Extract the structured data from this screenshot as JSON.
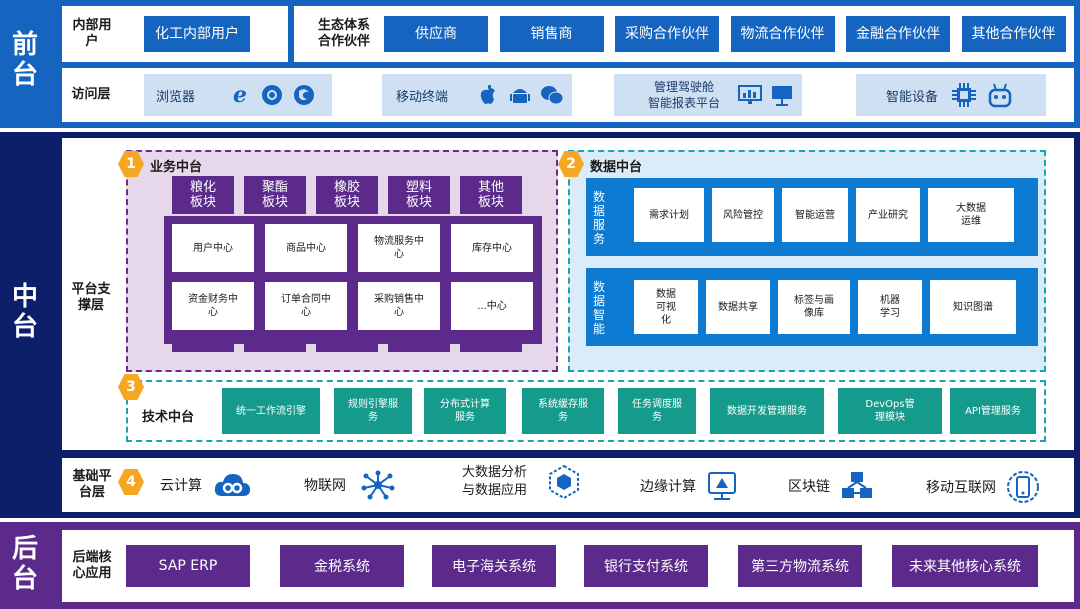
{
  "front": {
    "band_label": "前台",
    "internal": {
      "label": "内部用户",
      "item": "化工内部用户"
    },
    "ecosystem": {
      "label": "生态体系合作伙伴",
      "items": [
        "供应商",
        "销售商",
        "采购合作伙伴",
        "物流合作伙伴",
        "金融合作伙伴",
        "其他合作伙伴"
      ]
    },
    "access": {
      "label": "访问层",
      "groups": [
        {
          "text": "浏览器",
          "icons": [
            "ie-icon",
            "chrome-icon",
            "firefox-icon"
          ]
        },
        {
          "text": "移动终端",
          "icons": [
            "apple-icon",
            "android-icon",
            "wechat-icon"
          ]
        },
        {
          "text": "管理驾驶舱\n智能报表平台",
          "icons": [
            "monitor-chart-icon",
            "board-icon"
          ]
        },
        {
          "text": "智能设备",
          "icons": [
            "chip-icon",
            "robot-icon"
          ]
        }
      ]
    }
  },
  "middle": {
    "band_label": "中台",
    "platform_label": "平台支撑层",
    "business": {
      "num": "1",
      "title": "业务中台",
      "tabs": [
        "粮化板块",
        "聚酯板块",
        "橡胶板块",
        "塑料板块",
        "其他板块"
      ],
      "centers": [
        "用户中心",
        "商品中心",
        "物流服务中心",
        "库存中心",
        "资金财务中心",
        "订单合同中心",
        "采购销售中心",
        "...中心"
      ]
    },
    "data": {
      "num": "2",
      "title": "数据中台",
      "service_label": "数据服务",
      "service_items": [
        "需求计划",
        "风险管控",
        "智能运营",
        "产业研究",
        "大数据运维"
      ],
      "intel_label": "数据智能",
      "intel_items": [
        "数据可视化",
        "数据共享",
        "标签与画像库",
        "机器学习",
        "知识图谱"
      ]
    },
    "tech": {
      "num": "3",
      "title": "技术中台",
      "items": [
        "统一工作流引擎",
        "规则引擎服务",
        "分布式计算服务",
        "系统缓存服务",
        "任务调度服务",
        "数据开发管理服务",
        "DevOps管理模块",
        "API管理服务"
      ]
    },
    "infra": {
      "num": "4",
      "label": "基础平台层",
      "items": [
        {
          "text": "云计算",
          "icon": "cloud-icon"
        },
        {
          "text": "物联网",
          "icon": "network-icon"
        },
        {
          "text": "大数据分析与数据应用",
          "icon": "bigdata-icon"
        },
        {
          "text": "边缘计算",
          "icon": "edge-icon"
        },
        {
          "text": "区块链",
          "icon": "blockchain-icon"
        },
        {
          "text": "移动互联网",
          "icon": "mobile-icon"
        }
      ]
    }
  },
  "back": {
    "band_label": "后台",
    "label": "后端核心应用",
    "items": [
      "SAP ERP",
      "金税系统",
      "电子海关系统",
      "银行支付系统",
      "第三方物流系统",
      "未来其他核心系统"
    ]
  },
  "colors": {
    "front_band": "#1565c0",
    "middle_band": "#0d1f6b",
    "back_band": "#5b2a8a",
    "teal": "#159b8c",
    "accent": "#f5a623"
  }
}
